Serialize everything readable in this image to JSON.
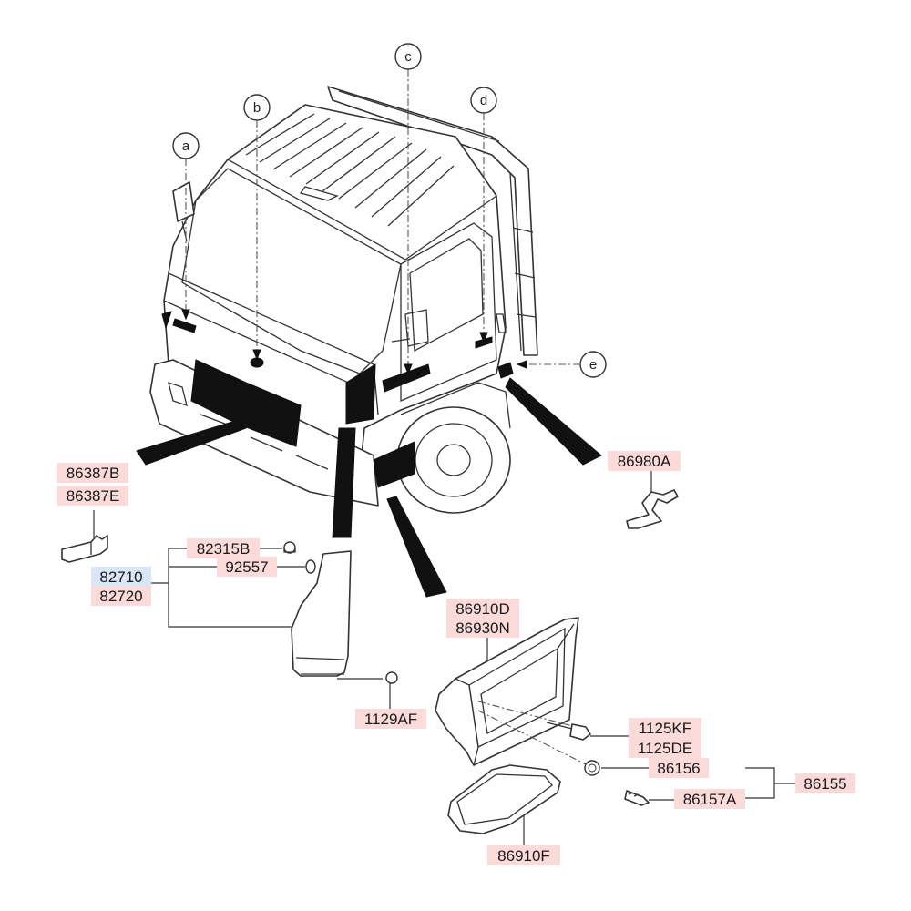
{
  "callouts": [
    "a",
    "b",
    "c",
    "d",
    "e"
  ],
  "parts": {
    "p86387B": "86387B",
    "p86387E": "86387E",
    "p82315B": "82315B",
    "p92557": "92557",
    "p82710": "82710",
    "p82720": "82720",
    "p1129AF": "1129AF",
    "p86980A": "86980A",
    "p86910D": "86910D",
    "p86930N": "86930N",
    "p1125KF": "1125KF",
    "p1125DE": "1125DE",
    "p86156": "86156",
    "p86155": "86155",
    "p86157A": "86157A",
    "p86910F": "86910F"
  },
  "colors": {
    "label_highlight": "#fbdada",
    "label_highlight_selected": "#d9e6f7",
    "line": "#333333",
    "decal": "#111111"
  }
}
